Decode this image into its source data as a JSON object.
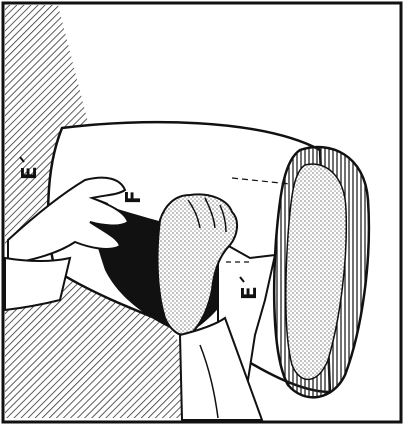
{
  "figure": {
    "labels": {
      "label_e_left": "E",
      "label_f": "F",
      "label_e_right": "E"
    },
    "colors": {
      "ink": "#111111",
      "paper": "#ffffff",
      "hatch": "#333333",
      "stipple": "#9a9a9a"
    }
  }
}
